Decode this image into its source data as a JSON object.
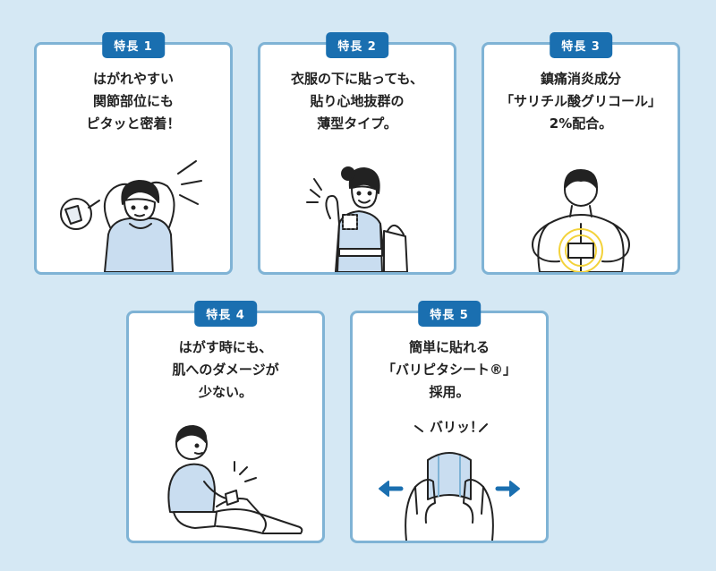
{
  "colors": {
    "background": "#d5e8f4",
    "card_border": "#7fb3d5",
    "badge_bg": "#1a6fb0",
    "shirt": "#c9ddf0",
    "glow": "#f3d23a"
  },
  "features": [
    {
      "badge": "特長 1",
      "lines": [
        "はがれやすい",
        "関節部位にも",
        "ピタッと密着！"
      ],
      "icon": "stretching-woman-icon"
    },
    {
      "badge": "特長 2",
      "lines": [
        "衣服の下に貼っても、",
        "貼り心地抜群の",
        "薄型タイプ。"
      ],
      "icon": "smiling-woman-icon"
    },
    {
      "badge": "特長 3",
      "lines": [
        "鎮痛消炎成分",
        "「サリチル酸グリコール」",
        "2%配合。"
      ],
      "icon": "man-back-patch-icon"
    },
    {
      "badge": "特長 4",
      "lines": [
        "はがす時にも、",
        "肌へのダメージが",
        "少ない。"
      ],
      "icon": "boy-peeling-patch-icon"
    },
    {
      "badge": "特長 5",
      "lines": [
        "簡単に貼れる",
        "「バリピタシート®」",
        "採用。"
      ],
      "icon": "hands-peeling-sheet-icon"
    }
  ],
  "sound_effect": "バリッ！"
}
